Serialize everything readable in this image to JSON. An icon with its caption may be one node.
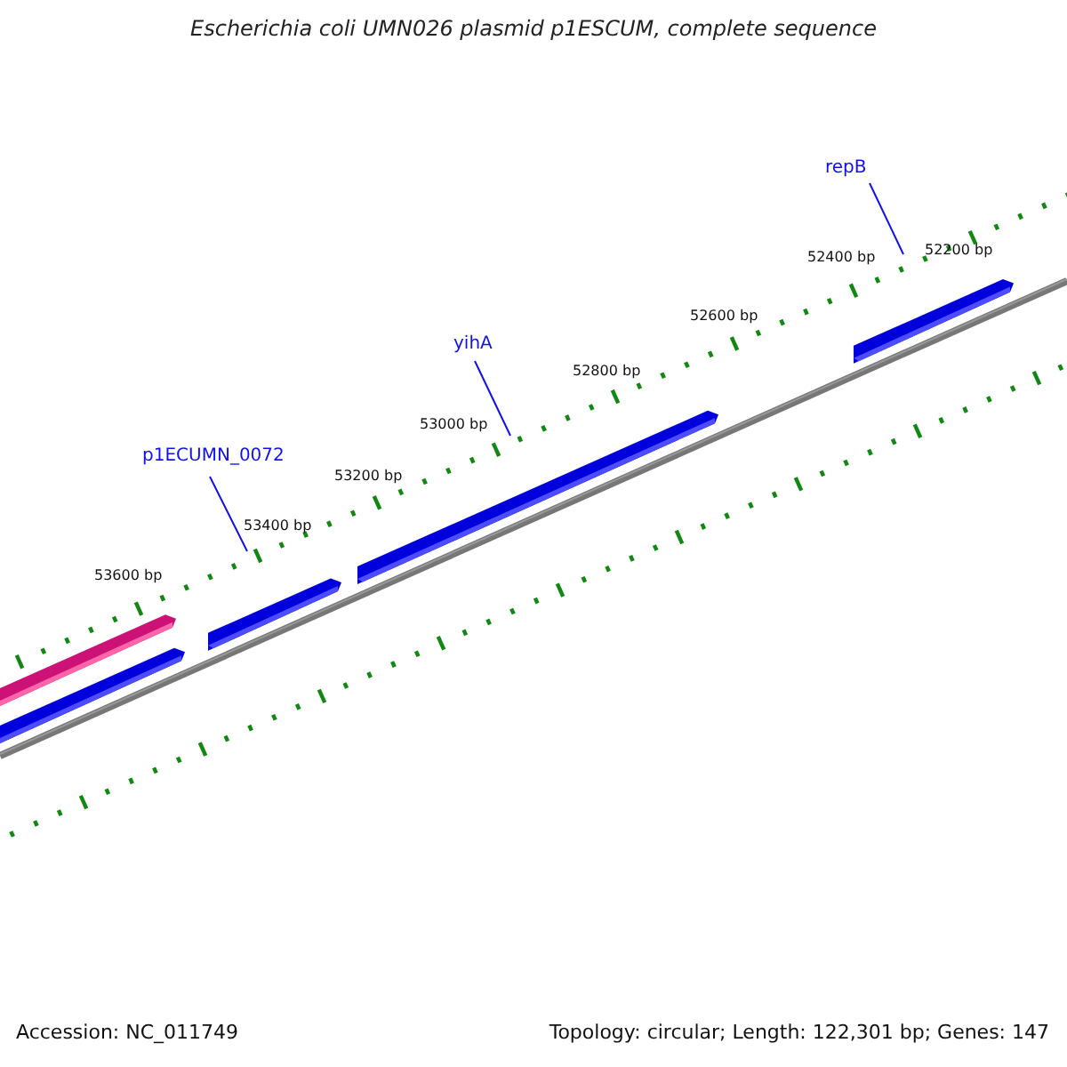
{
  "diagram": {
    "title": "Escherichia coli UMN026 plasmid p1ESCUM, complete sequence",
    "nodes": [
      {
        "text": [
          "repB"
        ]
      },
      {
        "text": [
          "yihA"
        ]
      },
      {
        "text": [
          "p1ECUMN_0072"
        ]
      }
    ],
    "edges": [
      {
        "from": 0,
        "to": null,
        "arrow": "none"
      },
      {
        "from": 1,
        "to": null,
        "arrow": "none"
      },
      {
        "from": 2,
        "to": null,
        "arrow": "none"
      }
    ],
    "labels": [
      "52200 bp",
      "52400 bp",
      "52600 bp",
      "52800 bp",
      "53000 bp",
      "53200 bp",
      "53400 bp",
      "53600 bp",
      "Accession: NC_011749",
      "Topology: circular; Length: 122,301 bp; Genes: 147"
    ]
  }
}
